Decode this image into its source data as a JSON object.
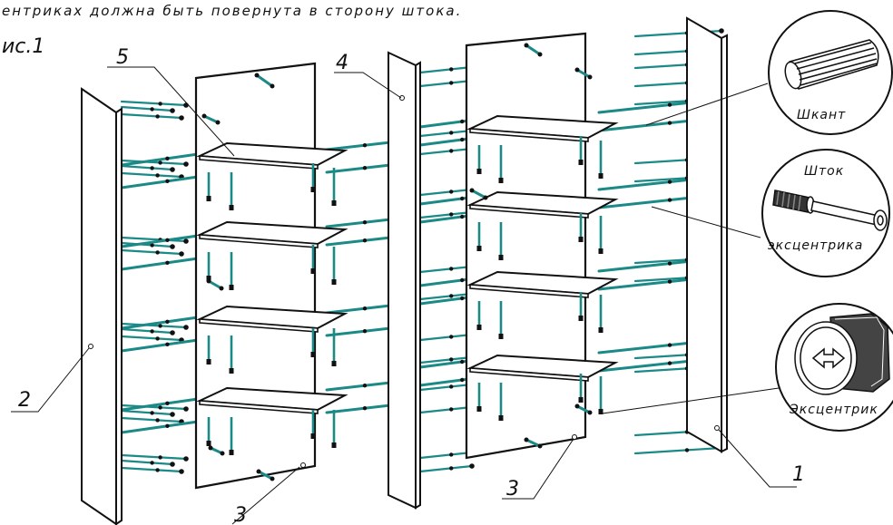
{
  "header": {
    "note": "ентриках должна быть повернута в сторону штока.",
    "figure": "ис.1"
  },
  "callouts": {
    "dowel": "Шкант",
    "rod_line1": "Шток",
    "rod_line2": "эксцентрика",
    "cam": "Эксцентрик"
  },
  "part_numbers": {
    "p1": "1",
    "p2": "2",
    "p3a": "3",
    "p3b": "3",
    "p4": "4",
    "p5": "5"
  },
  "colors": {
    "line": "#111111",
    "fastener": "#1b8a87",
    "board": "#ffffff"
  }
}
